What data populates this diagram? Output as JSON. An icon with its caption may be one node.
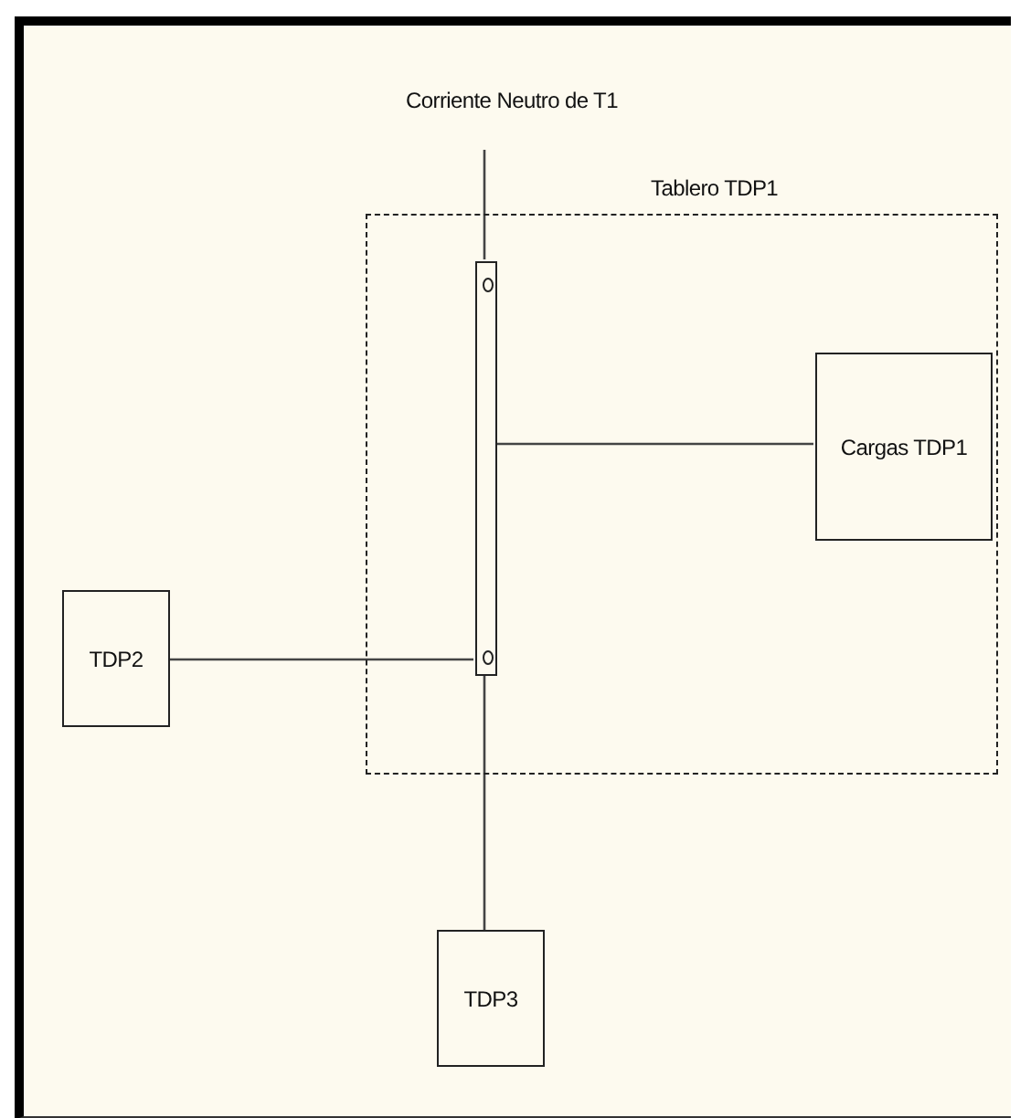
{
  "diagram": {
    "nodes": [
      {
        "text": [
          "Corriente Neutro de T1"
        ]
      },
      {
        "text": [
          "Tablero TDP1"
        ]
      },
      {
        "text": [],
        "shape": "bar",
        "in": 1
      },
      {
        "text": [
          "Cargas TDP1"
        ],
        "in": 1
      },
      {
        "text": [
          "TDP2"
        ]
      },
      {
        "text": [
          "TDP3"
        ]
      }
    ],
    "edges": [
      {
        "from": 0,
        "to": 2,
        "arrow": "none"
      },
      {
        "from": 2,
        "to": 3,
        "arrow": "none"
      },
      {
        "from": 4,
        "to": 2,
        "arrow": "none"
      },
      {
        "from": 2,
        "to": 5,
        "arrow": "none"
      }
    ]
  }
}
